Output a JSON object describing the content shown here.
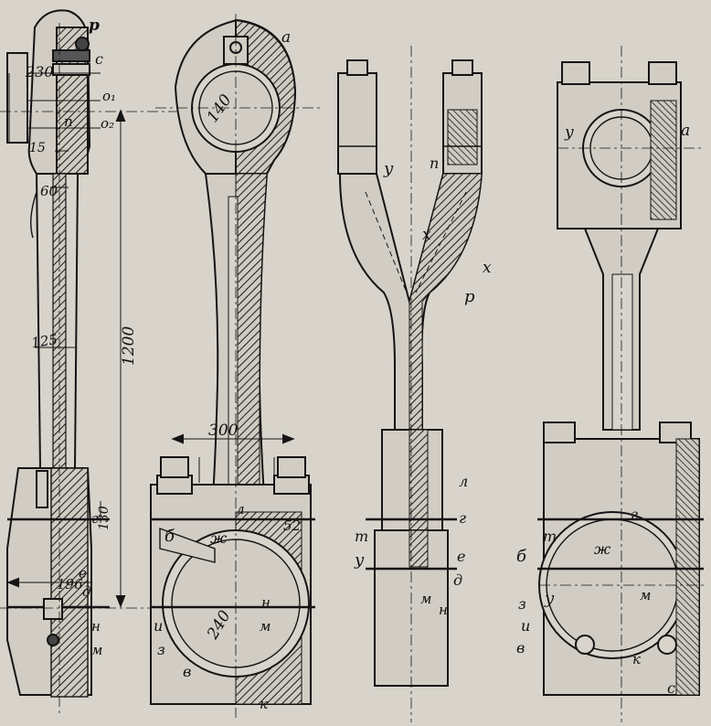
{
  "colors": {
    "paper": "#d8d4cc",
    "ink": "#141414",
    "section": "#3a3a3a"
  },
  "dims": {
    "d230": "230",
    "d15": "15",
    "d60": "60",
    "d125": "125",
    "d1200": "1200",
    "d130": "130",
    "d196": "196",
    "d140": "140",
    "d300": "300",
    "d52": "52",
    "d240": "240"
  },
  "view1": {
    "p": "р",
    "c": "с",
    "o1": "о₁",
    "n": "п",
    "o2": "о₂",
    "g": "г",
    "e": "е",
    "d": "д",
    "h": "н",
    "m": "м"
  },
  "view2": {
    "a": "а",
    "l": "л",
    "b": "б",
    "zh": "ж",
    "h": "н",
    "m": "м",
    "i": "и",
    "z": "з",
    "v": "в",
    "k": "к"
  },
  "view3": {
    "u1": "у",
    "n": "п",
    "x1": "х",
    "x2": "х",
    "p": "р",
    "l": "л",
    "g": "г",
    "t": "т",
    "u2": "у",
    "e": "е",
    "d": "д",
    "m": "м",
    "h": "н"
  },
  "view4": {
    "u": "у",
    "a": "а",
    "r": "г",
    "t": "т",
    "zh": "ж",
    "b": "б",
    "u2": "у",
    "m": "м",
    "z": "з",
    "i": "и",
    "v": "в",
    "k": "к",
    "c": "с"
  }
}
